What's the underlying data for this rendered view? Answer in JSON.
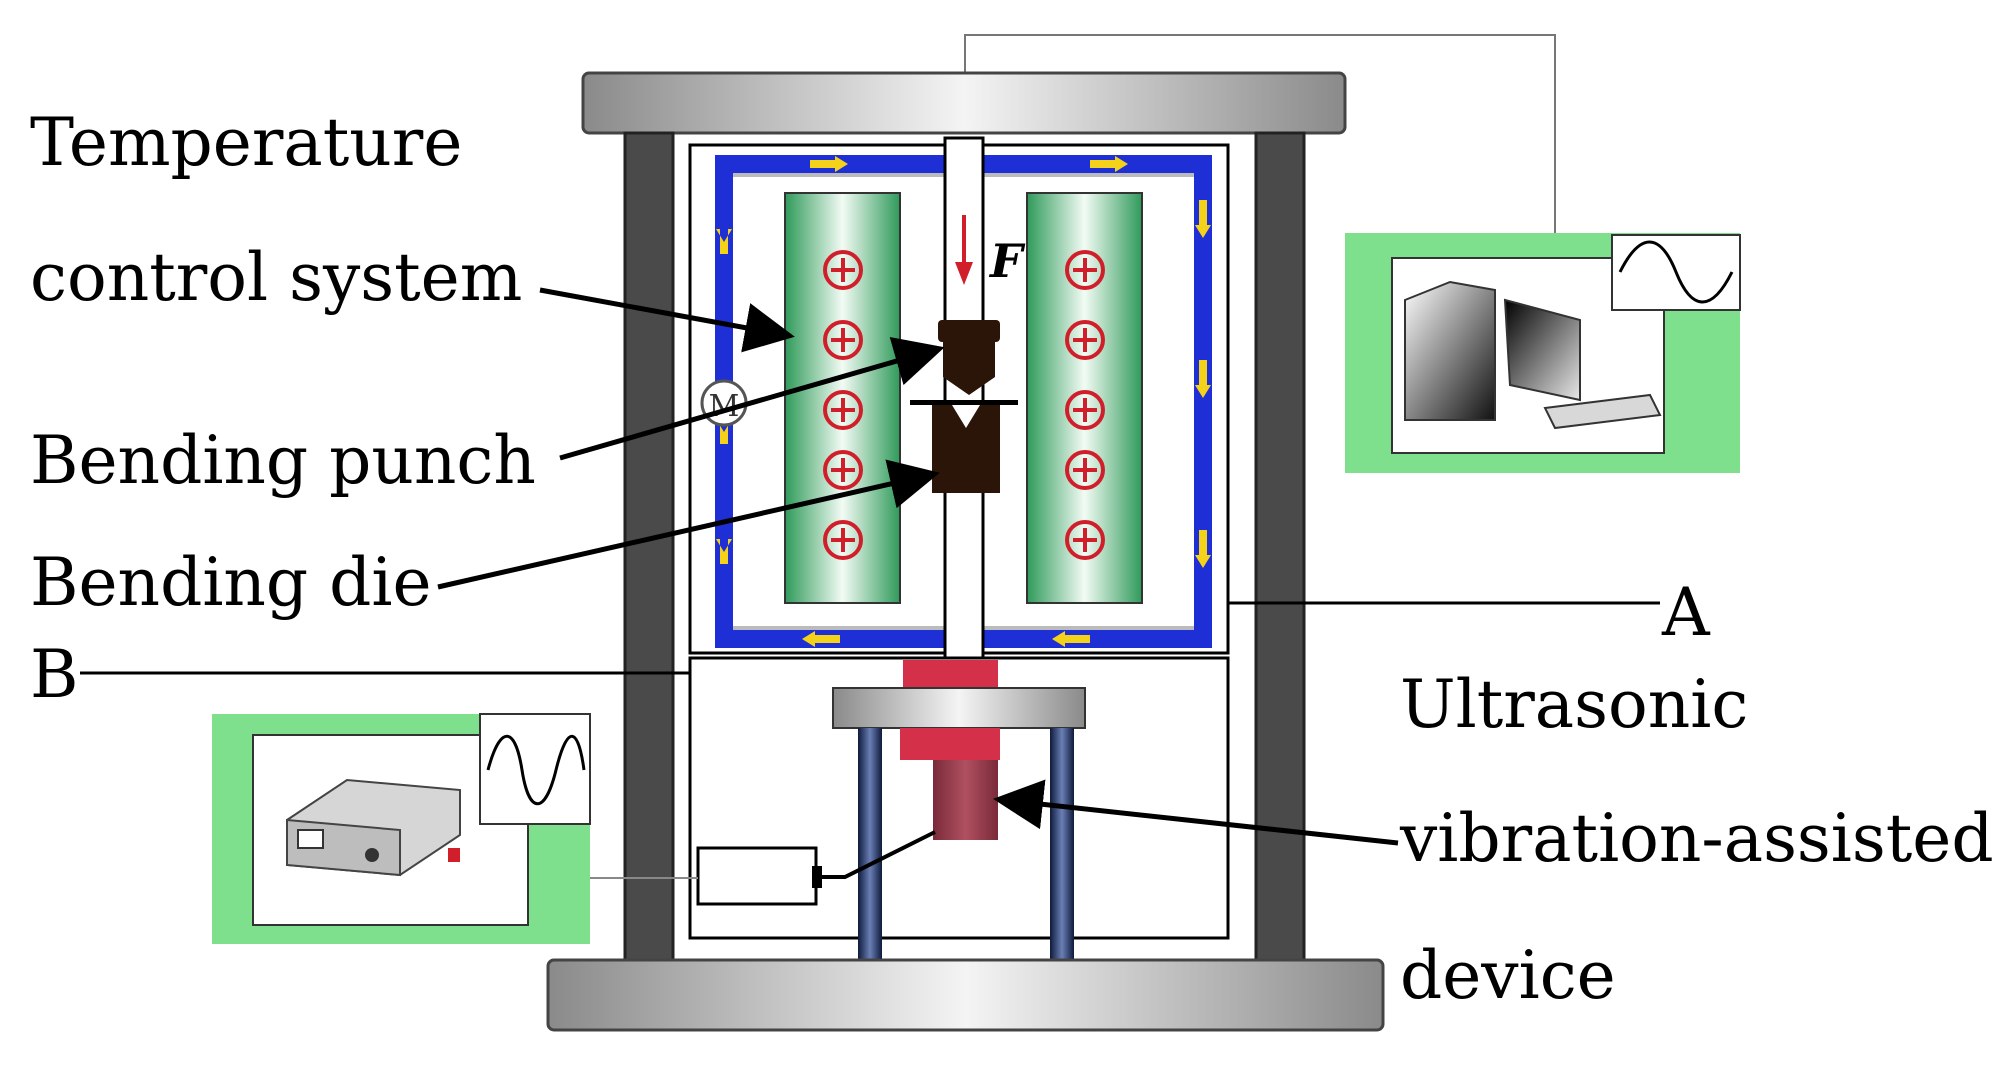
{
  "labels": {
    "temp_line1": "Temperature",
    "temp_line2": "control system",
    "punch": "Bending punch",
    "die": "Bending die",
    "b": "B",
    "a": "A",
    "ultra_line1": "Ultrasonic",
    "ultra_line2": "vibration-assisted",
    "ultra_line3": "device",
    "force": "F",
    "motor": "M"
  },
  "colors": {
    "frame_dark": "#4a4a4a",
    "plate_gray": "#c8c8c8",
    "duct_blue": "#1f2fd6",
    "flow_yellow": "#f5d21a",
    "heater_green": "#2f9a5a",
    "heater_symbol_red": "#d01f2a",
    "panel_green": "#7ee08c",
    "tool_brown": "#2b1508",
    "horn_red": "#d5304a",
    "leg_navy": "#1b2d5a"
  },
  "icons": [
    "computer-icon",
    "sine-wave-icon",
    "ultrasonic-generator-icon",
    "transducer-icon",
    "motor-icon"
  ]
}
